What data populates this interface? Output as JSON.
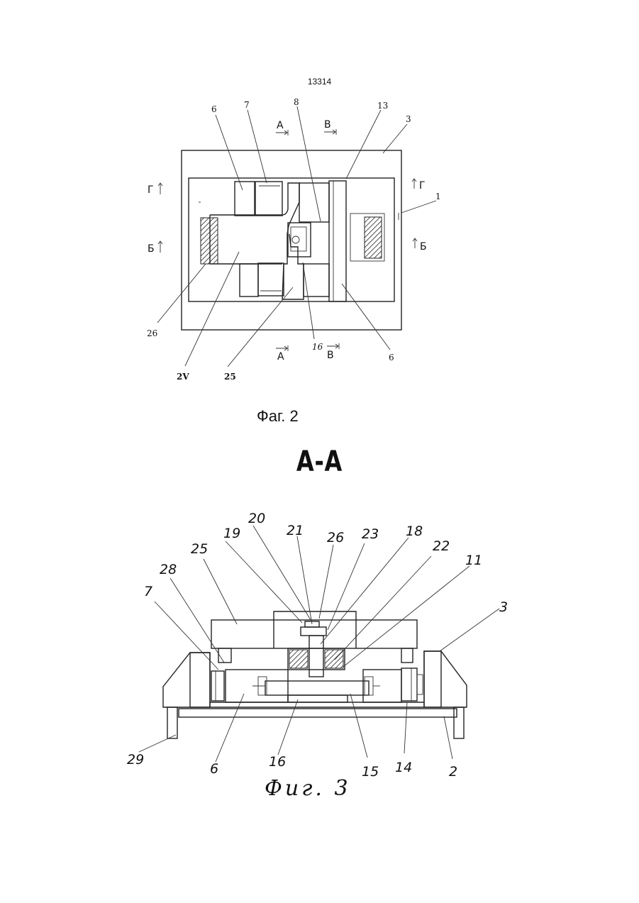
{
  "page_number": "13314",
  "figure2": {
    "caption": "Фаг. 2",
    "labels": {
      "l6a": "6",
      "l7": "7",
      "l8": "8",
      "l13": "13",
      "l3": "3",
      "l1": "1",
      "l26": "26",
      "l2v": "2V",
      "l25": "25",
      "l16": "16",
      "l6b": "6"
    },
    "section_marks": {
      "a_top": "A",
      "b_top": "B",
      "g_left": "Г",
      "b_left": "Б",
      "g_right": "Г",
      "b_right": "Б",
      "a_bottom": "A",
      "b_bottom": "B"
    }
  },
  "section_title": "А-А",
  "figure3": {
    "caption": "Фиг. 3",
    "labels": {
      "l20": "20",
      "l21": "21",
      "l26": "26",
      "l23": "23",
      "l18": "18",
      "l19": "19",
      "l22": "22",
      "l11": "11",
      "l25": "25",
      "l28": "28",
      "l7": "7",
      "l3": "3",
      "l29": "29",
      "l6": "6",
      "l16": "16",
      "l15": "15",
      "l14": "14",
      "l2": "2"
    }
  }
}
